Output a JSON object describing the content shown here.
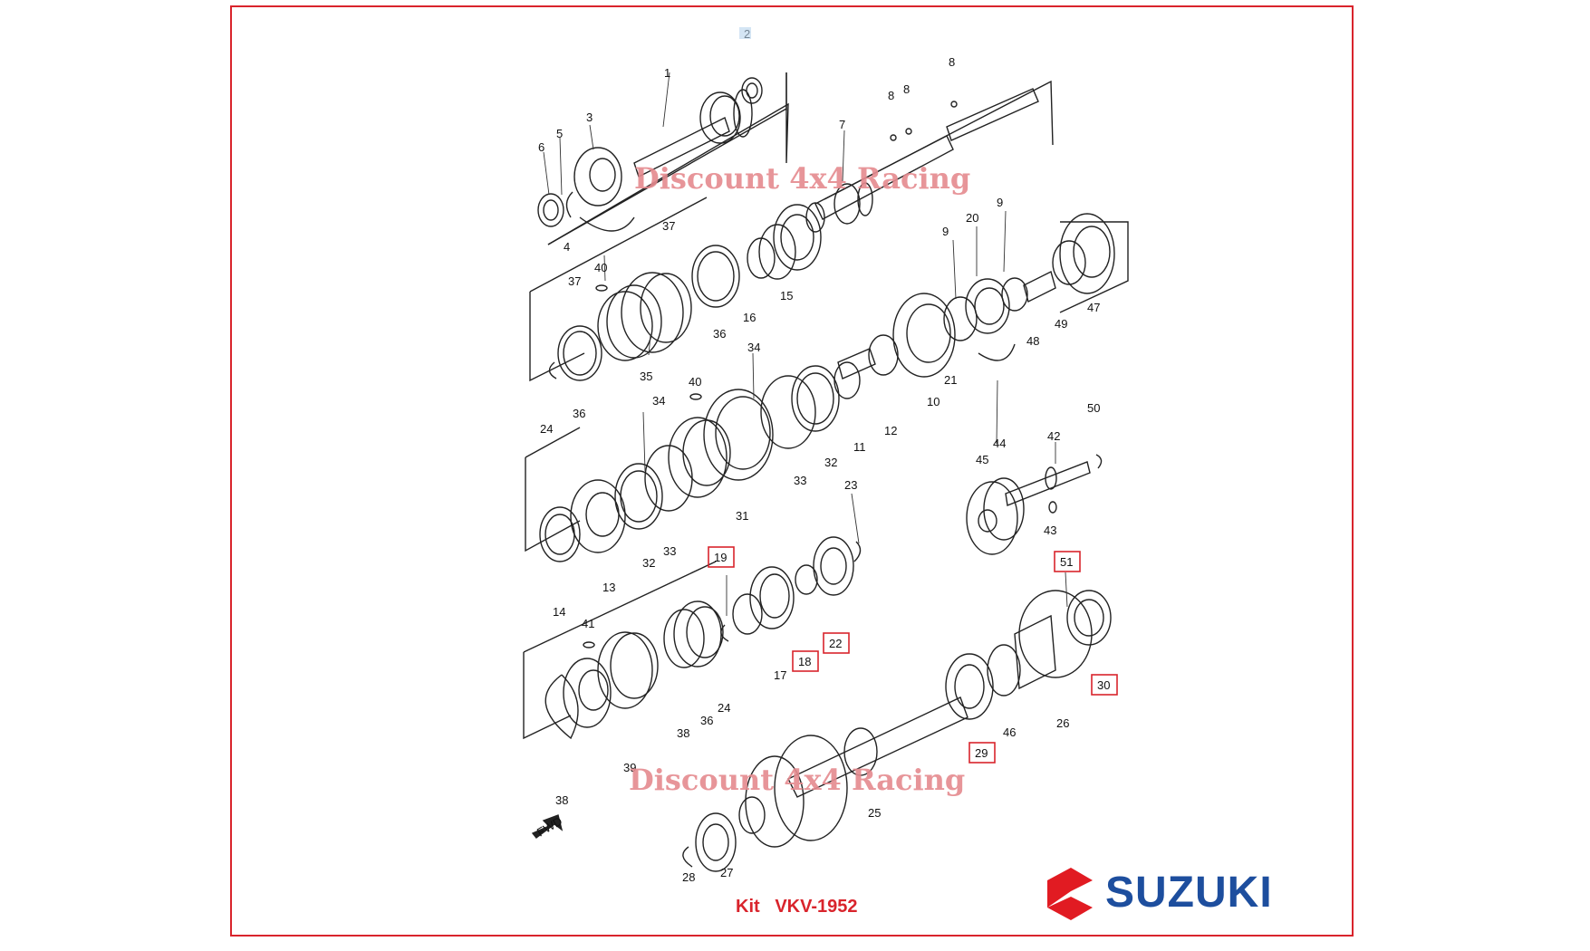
{
  "watermark": "Discount 4x4 Racing",
  "kit_label": "Kit   VKV-1952",
  "brand": "SUZUKI",
  "colors": {
    "frame": "#d9242c",
    "brand_blue": "#1d4e9e",
    "logo_red": "#e11b22",
    "watermark": "#e58a8f"
  },
  "icons": {
    "logo": "suzuki-s-logo",
    "direction": "fwd-arrow-icon"
  },
  "fwd": "FWD",
  "highlighted_parts": [
    "19",
    "18",
    "22",
    "51",
    "30",
    "29"
  ],
  "callouts": {
    "c2": "2",
    "c1": "1",
    "c3": "3",
    "c5": "5",
    "c6": "6",
    "c4": "4",
    "c8a": "8",
    "c8b": "8",
    "c8c": "8",
    "c7": "7",
    "c37a": "37",
    "c40a": "40",
    "c37b": "37",
    "c35": "35",
    "c36a": "36",
    "c24a": "24",
    "c36b": "36",
    "c16": "16",
    "c15": "15",
    "c9a": "9",
    "c20": "20",
    "c9b": "9",
    "c47": "47",
    "c49": "49",
    "c48": "48",
    "c21": "21",
    "c10": "10",
    "c34a": "34",
    "c34b": "34",
    "c40b": "40",
    "c12": "12",
    "c11": "11",
    "c32a": "32",
    "c33a": "33",
    "c31": "31",
    "c44": "44",
    "c45": "45",
    "c42": "42",
    "c50": "50",
    "c43": "43",
    "c23": "23",
    "c32b": "32",
    "c33b": "33",
    "c13": "13",
    "c14": "14",
    "c19": "19",
    "c18": "18",
    "c22": "22",
    "c17": "17",
    "c41": "41",
    "c24b": "24",
    "c36c": "36",
    "c38a": "38",
    "c39": "39",
    "c38b": "38",
    "c51": "51",
    "c30": "30",
    "c26": "26",
    "c46": "46",
    "c29": "29",
    "c25": "25",
    "c28": "28",
    "c27": "27"
  }
}
